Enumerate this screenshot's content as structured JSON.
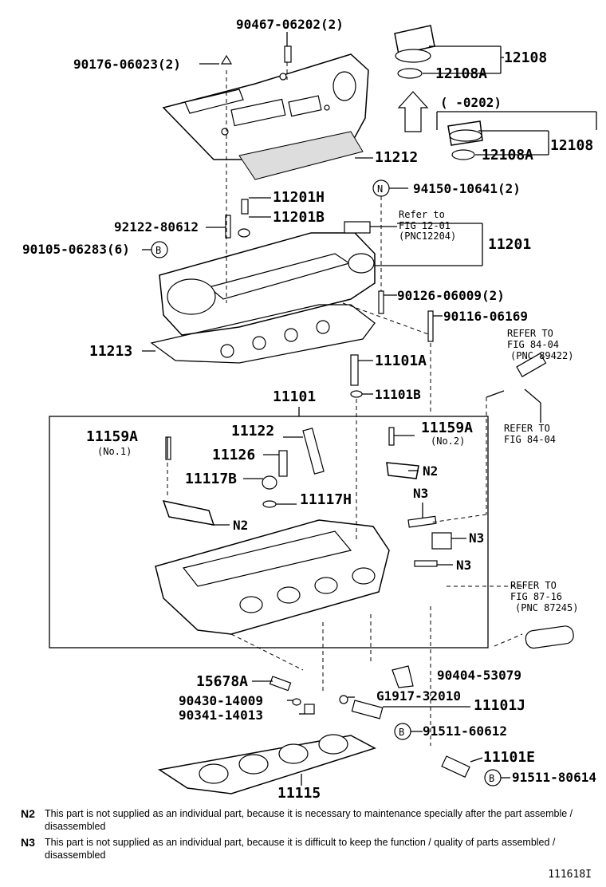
{
  "labels": {
    "p1": "90467-06202(2)",
    "p2": "90176-06023(2)",
    "p3": "12108",
    "p4": "12108A",
    "p5": "(     -0202)",
    "p6": "12108",
    "p7": "12108A",
    "p8": "11212",
    "p9": "94150-10641(2)",
    "p10": "11201H",
    "p11": "11201B",
    "p12": "92122-80612",
    "p13": "Refer to",
    "p14": "FIG 12-01",
    "p15": "(PNC12204)",
    "p16": "11201",
    "p17": "90105-06283(6)",
    "p18": "90126-06009(2)",
    "p19": "90116-06169",
    "p20": "11213",
    "p21": "REFER TO",
    "p22": "FIG 84-04",
    "p23": "(PNC 89422)",
    "p24": "11101A",
    "p25": "11101",
    "p26": "11101B",
    "p27": "REFER TO",
    "p28": "FIG 84-04",
    "p29": "11122",
    "p30": "11159A",
    "p31": "(No.1)",
    "p32": "11159A",
    "p33": "(No.2)",
    "p34": "11126",
    "p35": "N2",
    "p36": "11117B",
    "p37": "11117H",
    "p38": "N3",
    "p39": "N2",
    "p40": "N3",
    "p41": "N3",
    "p42": "REFER TO",
    "p43": "FIG 87-16",
    "p44": "(PNC 87245)",
    "p45": "90404-53079",
    "p46": "15678A",
    "p47": "90430-14009",
    "p48": "G1917-32010",
    "p49": "11101J",
    "p50": "90341-14013",
    "p51": "91511-60612",
    "p52": "11101E",
    "p53": "11115",
    "p54": "91511-80614"
  },
  "markers": {
    "n": "N",
    "b1": "B",
    "b2": "B",
    "b3": "B"
  },
  "notes": [
    {
      "code": "N2",
      "text": "This part is not supplied as an individual part, because it is necessary to maintenance specially after the part assemble / disassembled"
    },
    {
      "code": "N3",
      "text": "This part is not supplied as an individual part, because it is difficult to keep the function / quality of parts assembled / disassembled"
    }
  ],
  "diagram_id": "111618I"
}
